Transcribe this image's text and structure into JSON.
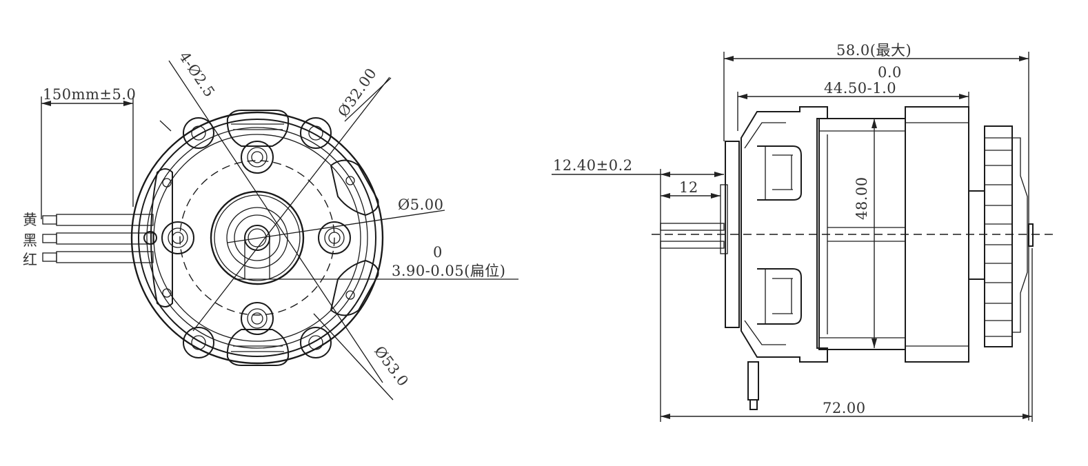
{
  "drawing": {
    "front_view": {
      "wire_length": "150mm±5.0",
      "mount_holes": "4-Ø2.5",
      "pitch_circle_dia": "Ø32.00",
      "shaft_dia": "Ø5.00",
      "flat_upper_tol": "0",
      "flat_dim": "3.90-0.05(扁位)",
      "outer_dia": "Ø53.0",
      "wires": [
        "黄",
        "黑",
        "红"
      ]
    },
    "side_view": {
      "max_length": "58.0(最大)",
      "body_upper_tol": "0.0",
      "body_length": "44.50-1.0",
      "shaft_extension": "12.40±0.2",
      "shaft_flat_length": "12",
      "body_height": "48.00",
      "total_length": "72.00"
    }
  }
}
